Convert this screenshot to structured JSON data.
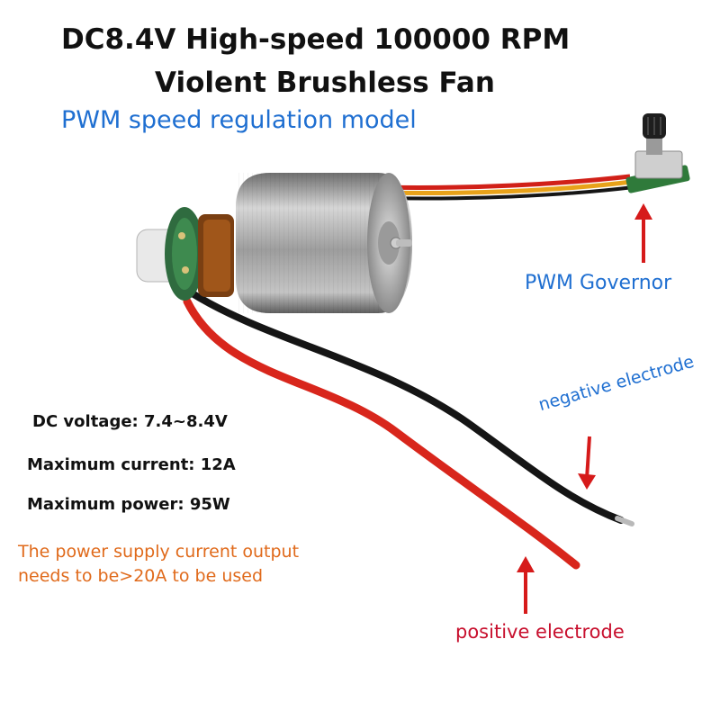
{
  "title": {
    "line1": "DC8.4V  High-speed 100000 RPM",
    "line2": "Violent Brushless Fan"
  },
  "subtitle": "PWM speed regulation model",
  "labels": {
    "governor": "PWM Governor",
    "negative": "negative electrode",
    "positive": "positive electrode"
  },
  "specs": [
    "DC voltage: 7.4~8.4V",
    "Maximum current: 12A",
    "Maximum power: 95W"
  ],
  "note": {
    "line1": "The power supply current output",
    "line2": "needs to be>20A to be used"
  },
  "colors": {
    "title": "#111111",
    "subtitle": "#1f6fd1",
    "label_blue": "#1f6fd1",
    "label_red": "#c8102e",
    "arrow": "#d61a1a",
    "note": "#e06a1b",
    "wire_red": "#d8261c",
    "wire_black": "#151515",
    "motor_body": "#a9a9a9"
  },
  "icons": [
    "brushless-motor-photo",
    "pwm-potentiometer",
    "red-arrow-up",
    "red-arrow-down"
  ]
}
